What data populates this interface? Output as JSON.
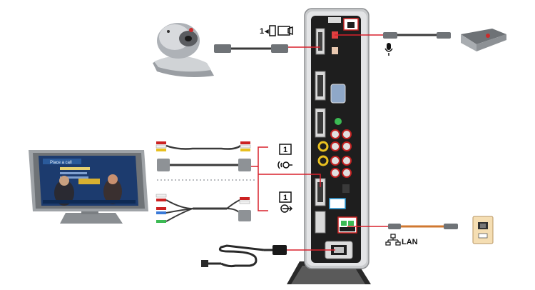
{
  "diagram": {
    "camera_port_label": "1",
    "display_port_1_label": "1",
    "display_port_2_label": "1",
    "lan_label": "LAN",
    "tv_screen_title": "Place a call",
    "colors": {
      "connector_line": "#d8202c",
      "codec_body": "#1e1e1e",
      "codec_frame": "#c9cbcd",
      "cable": "#3a3a3a",
      "tv_bezel": "#9fa3a7",
      "tv_screen": "#1c3b6e"
    },
    "icons": [
      "camera-icon",
      "microphone-pod-icon",
      "tv-display-icon",
      "power-cord-icon",
      "wall-ethernet-jack-icon",
      "network-icon",
      "audio-out-icon",
      "vga-out-icon",
      "mic-icon"
    ]
  }
}
